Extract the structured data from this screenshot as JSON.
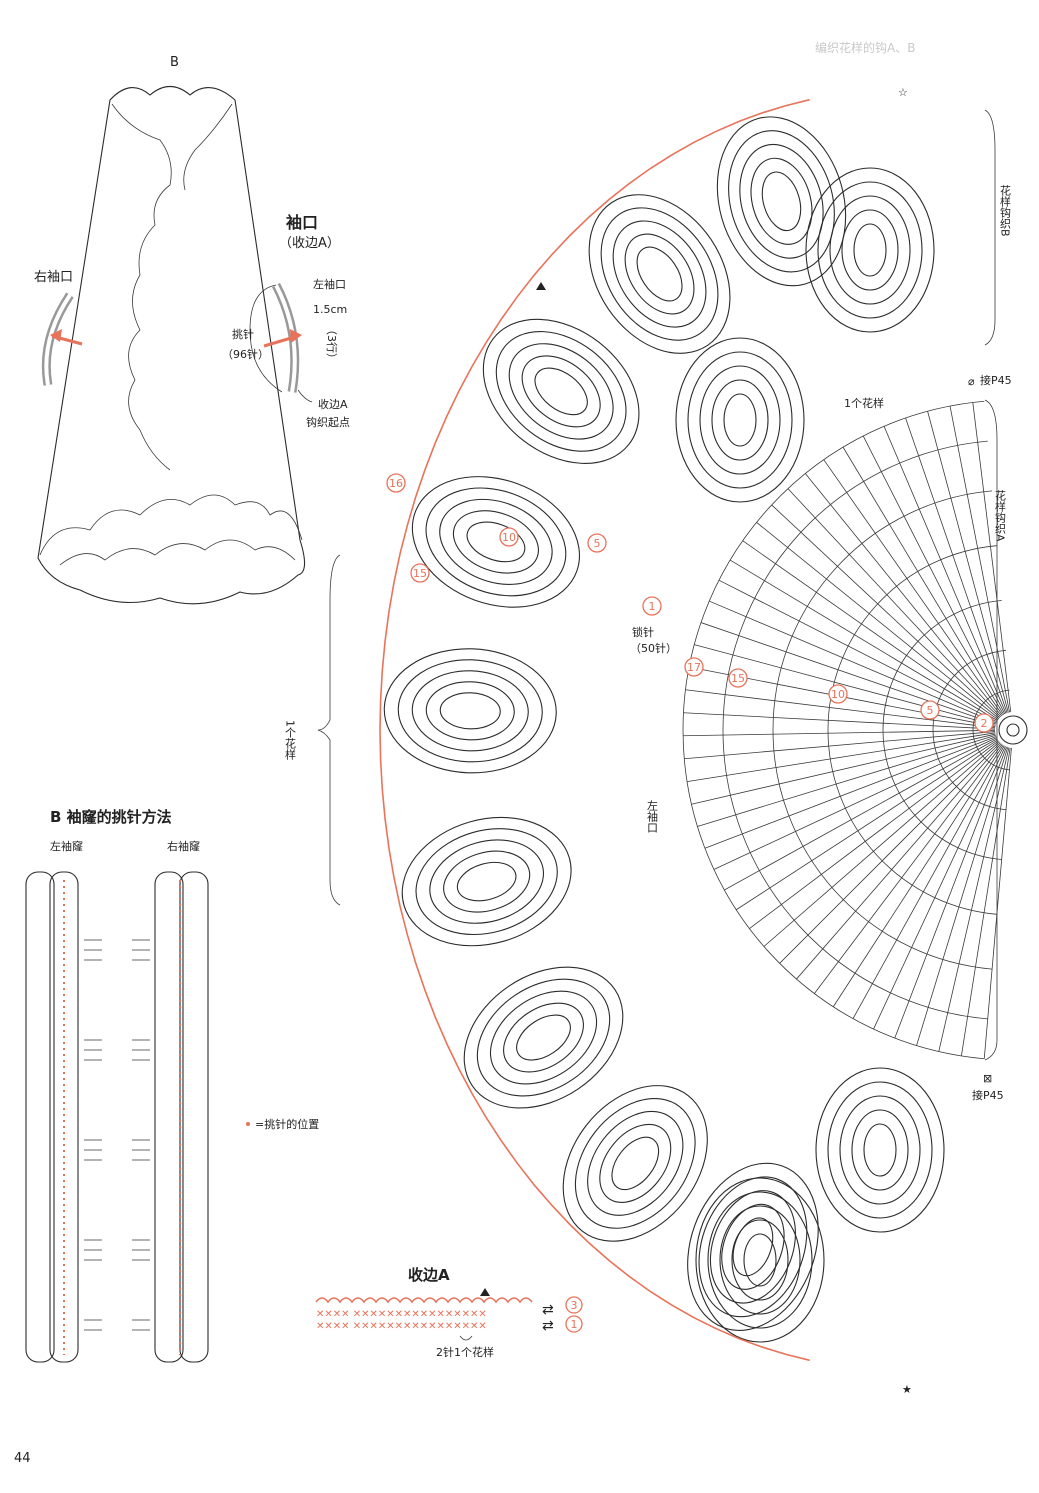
{
  "page_number": "44",
  "ghost_header": "编织花样的钩A、B",
  "garment": {
    "label_b": "B",
    "right_armhole": "右袖口",
    "left_armhole": "左袖口",
    "cuff_title": "袖口",
    "cuff_subtitle": "（收边A）",
    "cuff_width": "1.5cm",
    "cuff_rows": "（3行）",
    "pickup": "挑针",
    "pickup_count": "（96针）",
    "edge_start_1": "收边A",
    "edge_start_2": "钩织起点"
  },
  "pickup_method": {
    "title": "B 袖窿的挑针方法",
    "left": "左袖窿",
    "right": "右袖窿",
    "legend": "=挑针的位置"
  },
  "motif_chart": {
    "pattern_b": "花样钩织B",
    "pattern_a": "花样钩织A",
    "one_pattern": "1个花样",
    "one_pattern_vertical": "1个花样",
    "join_top": "接P45",
    "join_bottom": "接P45",
    "chain": "锁针",
    "chain_count": "（50针）",
    "left_armhole": "左袖口",
    "rounds_center": [
      "2",
      "5",
      "10",
      "15",
      "17"
    ],
    "rounds_outer": [
      "1",
      "5",
      "10",
      "15",
      "16"
    ]
  },
  "edging_a": {
    "title": "收边A",
    "repeat": "2针1个花样",
    "rows": [
      "3",
      "1"
    ]
  },
  "colors": {
    "accent": "#e8735a",
    "ink": "#2c2c2c"
  }
}
